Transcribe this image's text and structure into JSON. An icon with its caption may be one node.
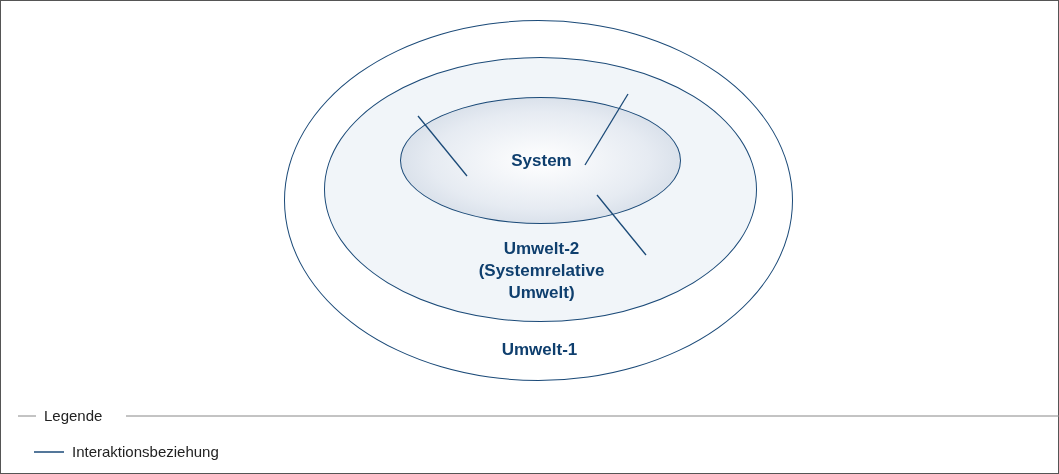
{
  "diagram": {
    "nodes": [
      {
        "text": [
          "Umwelt-1"
        ]
      },
      {
        "text": [
          "Umwelt-2 (Systemrelative Umwelt)"
        ],
        "in": 0
      },
      {
        "text": [
          "System"
        ],
        "in": 1
      }
    ],
    "edges": [
      {
        "from": 2,
        "to": null,
        "arrow": "none"
      },
      {
        "from": 2,
        "to": null,
        "arrow": "none"
      },
      {
        "from": 2,
        "to": null,
        "arrow": "none"
      }
    ],
    "labels": [
      "Legende"
    ],
    "legend": [
      {
        "text": "Interaktionsbeziehung"
      }
    ]
  }
}
